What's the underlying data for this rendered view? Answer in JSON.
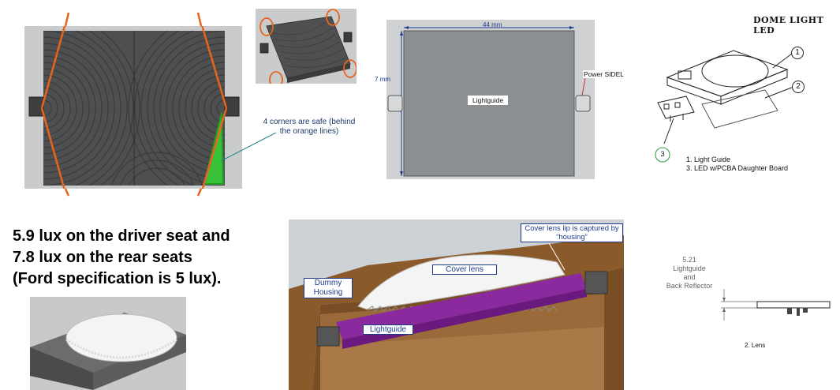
{
  "cad_top": {
    "annotation": "4 corners are safe (behind the orange lines)"
  },
  "lightguide_drawing": {
    "width_dim": "44 mm",
    "height_dim": "7 mm",
    "power_label": "Power SIDEL",
    "center_label": "Lightguide"
  },
  "dome_diagram": {
    "title": "DOME LIGHT LED",
    "callout_1": "1",
    "callout_2": "2",
    "callout_3": "3",
    "legend": [
      "1.  Light Guide",
      "3.  LED w/PCBA Daughter Board"
    ]
  },
  "summary": {
    "lines": [
      "5.9 lux on the driver seat and",
      "7.8 lux on the rear seats",
      "(Ford specification is 5 lux)."
    ]
  },
  "cutaway": {
    "cover_lens_lip": "Cover lens lip is captured by “housing”",
    "cover_lens": "Cover lens",
    "dummy_housing": "Dummy Housing",
    "lightguide": "Lightguide"
  },
  "section": {
    "dim_value": "5.21",
    "dim_label_1": "Lightguide",
    "dim_label_2": "and",
    "dim_label_3": "Back Reflector",
    "lens_label": "2. Lens"
  },
  "colors": {
    "orange": "#e8641c",
    "green": "#2ecc2e",
    "purple": "#8a2a9e",
    "brown": "#8b5a2b",
    "cad_gray": "#5a5c5e"
  }
}
